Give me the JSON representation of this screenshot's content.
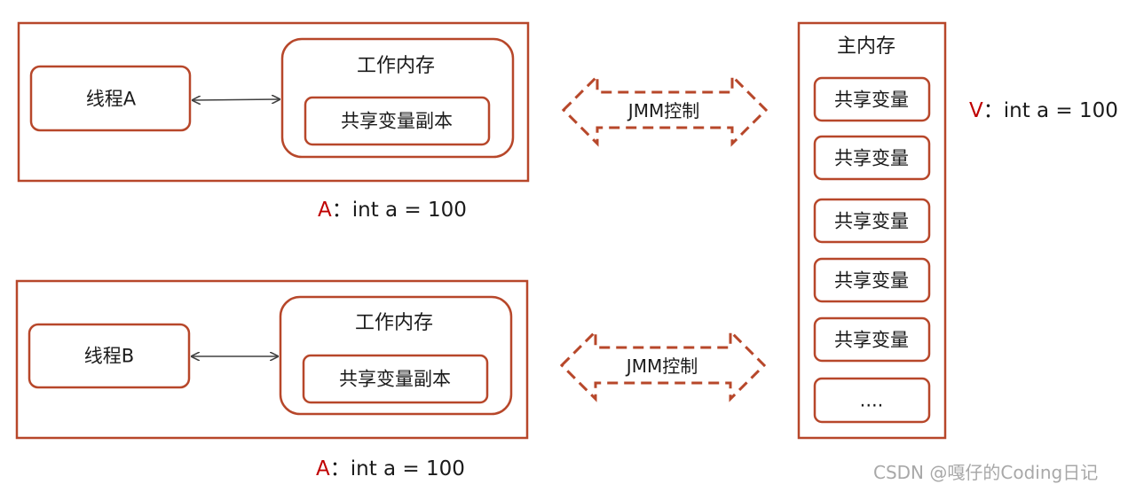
{
  "thread_a": {
    "thread_label": "线程A",
    "working_memory_label": "工作内存",
    "copy_label": "共享变量副本",
    "value_prefix": "A",
    "value_text": "：int a = 100"
  },
  "thread_b": {
    "thread_label": "线程B",
    "working_memory_label": "工作内存",
    "copy_label": "共享变量副本",
    "value_prefix": "A",
    "value_text": "：int a = 100"
  },
  "jmm": {
    "top_label": "JMM控制",
    "bottom_label": "JMM控制"
  },
  "main_memory": {
    "title": "主内存",
    "items": [
      "共享变量",
      "共享变量",
      "共享变量",
      "共享变量",
      "共享变量",
      "...."
    ],
    "value_prefix": "V",
    "value_text": "：int a = 100"
  },
  "watermark": "CSDN @嘎仔的Coding日记",
  "colors": {
    "box_stroke": "#b7472a",
    "arrow_stroke": "#b7472a",
    "connector": "#404040",
    "prefix_red": "#c00000"
  }
}
